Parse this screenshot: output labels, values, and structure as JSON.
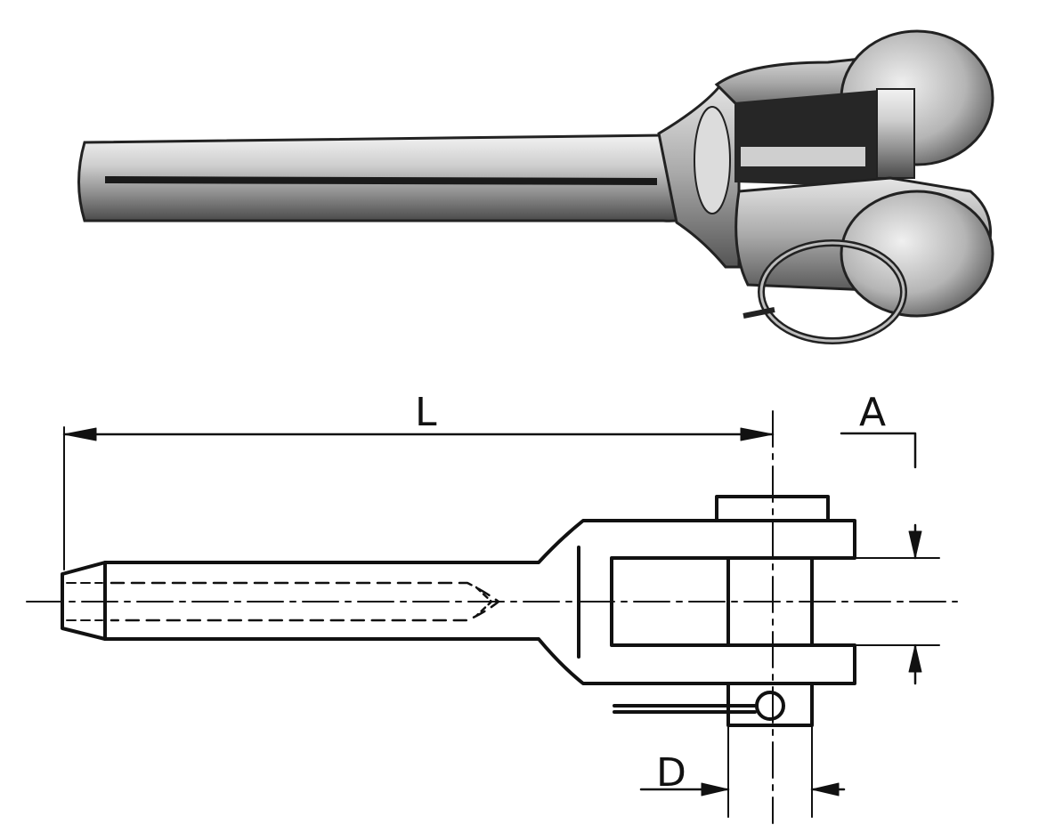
{
  "photo": {
    "description_icon": "fork-terminal-photo"
  },
  "drawing": {
    "labels": {
      "length": "L",
      "jaw_width": "A",
      "pin_diameter": "D"
    }
  },
  "colors": {
    "ink": "#111111",
    "metal_light": "#d9d9d9",
    "metal_mid": "#9a9a9a",
    "metal_dark": "#3a3a3a",
    "paper": "#ffffff"
  }
}
